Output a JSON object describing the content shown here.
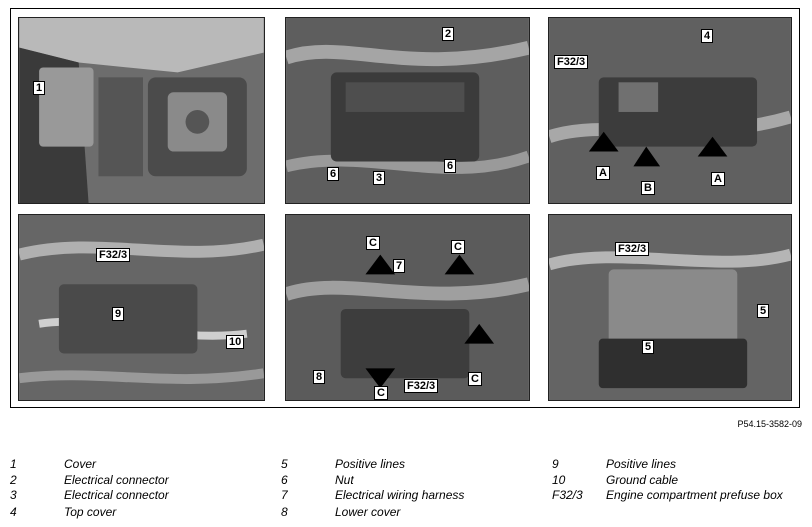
{
  "panels": [
    {
      "callouts": [
        "1"
      ]
    },
    {
      "callouts": [
        "2",
        "6",
        "3",
        "6"
      ]
    },
    {
      "callouts": [
        "F32/3",
        "4",
        "A",
        "B",
        "A"
      ]
    },
    {
      "callouts": [
        "F32/3",
        "9",
        "10"
      ]
    },
    {
      "callouts": [
        "C",
        "7",
        "C",
        "8",
        "C",
        "F32/3",
        "C"
      ]
    },
    {
      "callouts": [
        "F32/3",
        "5",
        "5"
      ]
    }
  ],
  "doc_ref": "P54.15-3582-09",
  "legend": [
    {
      "num": "1",
      "text": "Cover"
    },
    {
      "num": "2",
      "text": "Electrical connector"
    },
    {
      "num": "3",
      "text": "Electrical connector"
    },
    {
      "num": "4",
      "text": "Top cover"
    },
    {
      "num": "5",
      "text": "Positive lines"
    },
    {
      "num": "6",
      "text": "Nut"
    },
    {
      "num": "7",
      "text": "Electrical wiring harness"
    },
    {
      "num": "8",
      "text": "Lower cover"
    },
    {
      "num": "9",
      "text": "Positive lines"
    },
    {
      "num": "10",
      "text": "Ground cable"
    },
    {
      "num": "F32/3",
      "text": "Engine compartment prefuse box"
    }
  ]
}
